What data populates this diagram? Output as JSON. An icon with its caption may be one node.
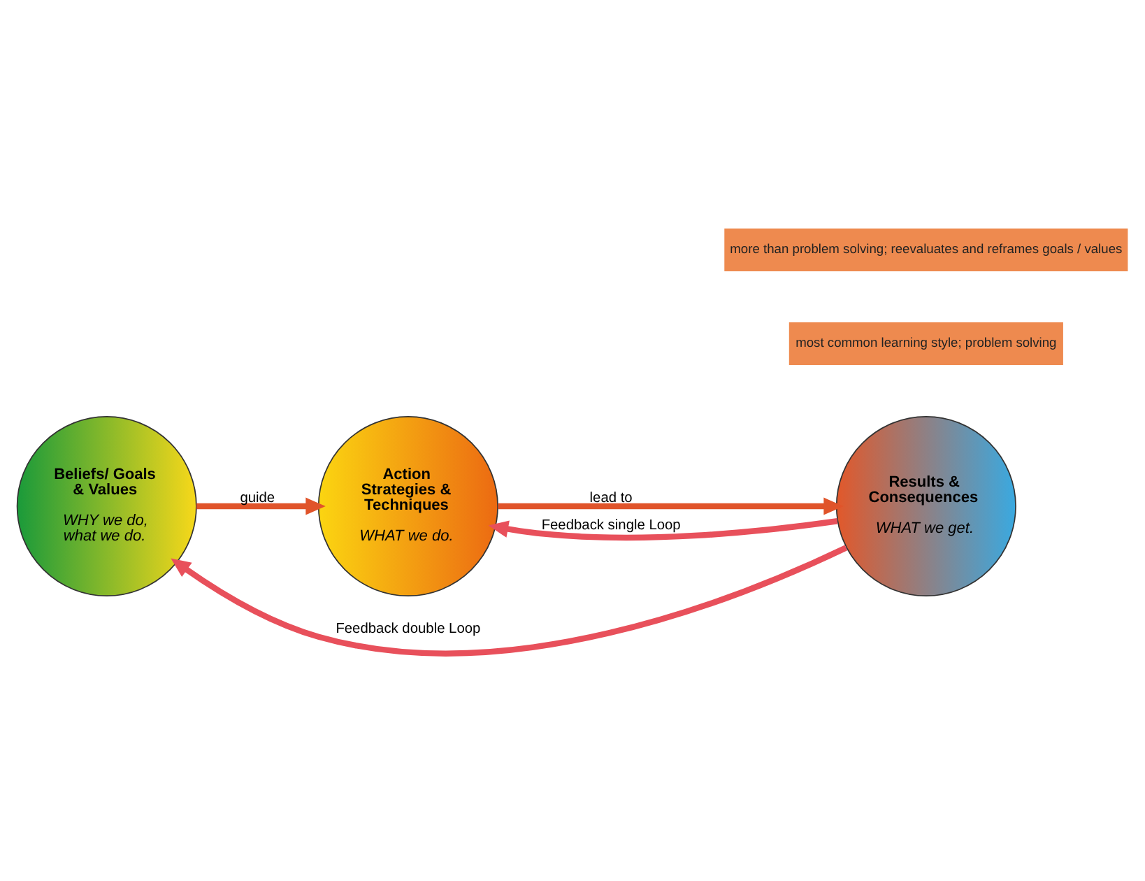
{
  "diagram": {
    "nodes": [
      {
        "text": [
          "Beliefs/ Goals & Values",
          "WHY we do, what we do."
        ]
      },
      {
        "text": [
          "Action Strategies & Techniques",
          "WHAT we do."
        ]
      },
      {
        "text": [
          "Results & Consequences",
          "WHAT we get."
        ]
      }
    ],
    "edges": [
      {
        "from": 0,
        "to": 1,
        "arrow": "to",
        "label": "guide",
        "color": "#e0542a"
      },
      {
        "from": 1,
        "to": 2,
        "arrow": "to",
        "label": "lead to",
        "color": "#e0542a"
      },
      {
        "from": 2,
        "to": 1,
        "arrow": "to",
        "label": "Feedback single Loop",
        "color": "#e8505b"
      },
      {
        "from": 2,
        "to": 0,
        "arrow": "to",
        "label": "Feedback double Loop",
        "color": "#e8505b"
      }
    ],
    "labels": [
      "most common learning style; problem solving",
      "more than problem solving; reevaluates and reframes goals / values"
    ]
  }
}
